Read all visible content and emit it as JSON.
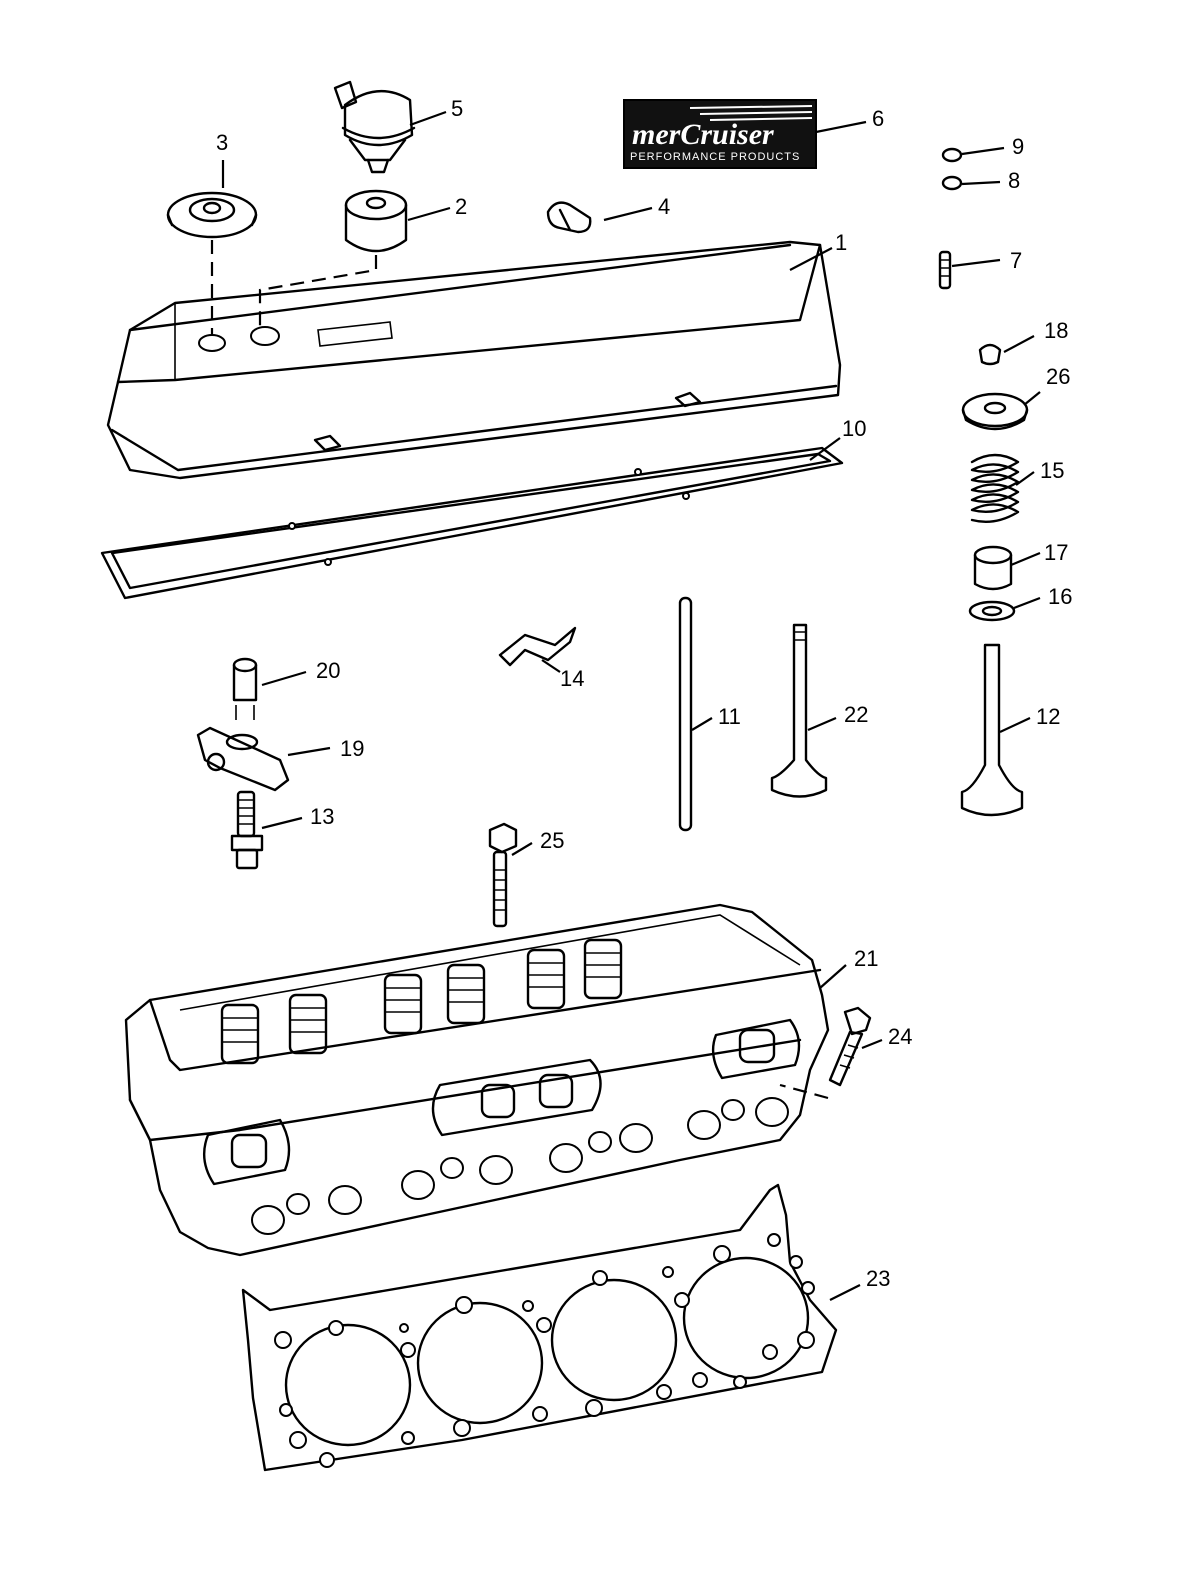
{
  "diagram": {
    "logo": {
      "brand": "merCruiser",
      "tagline": "PERFORMANCE PRODUCTS"
    },
    "callouts": [
      "1",
      "2",
      "3",
      "4",
      "5",
      "6",
      "7",
      "8",
      "9",
      "10",
      "11",
      "12",
      "13",
      "14",
      "15",
      "16",
      "17",
      "18",
      "19",
      "20",
      "21",
      "22",
      "23",
      "24",
      "25",
      "26"
    ]
  }
}
